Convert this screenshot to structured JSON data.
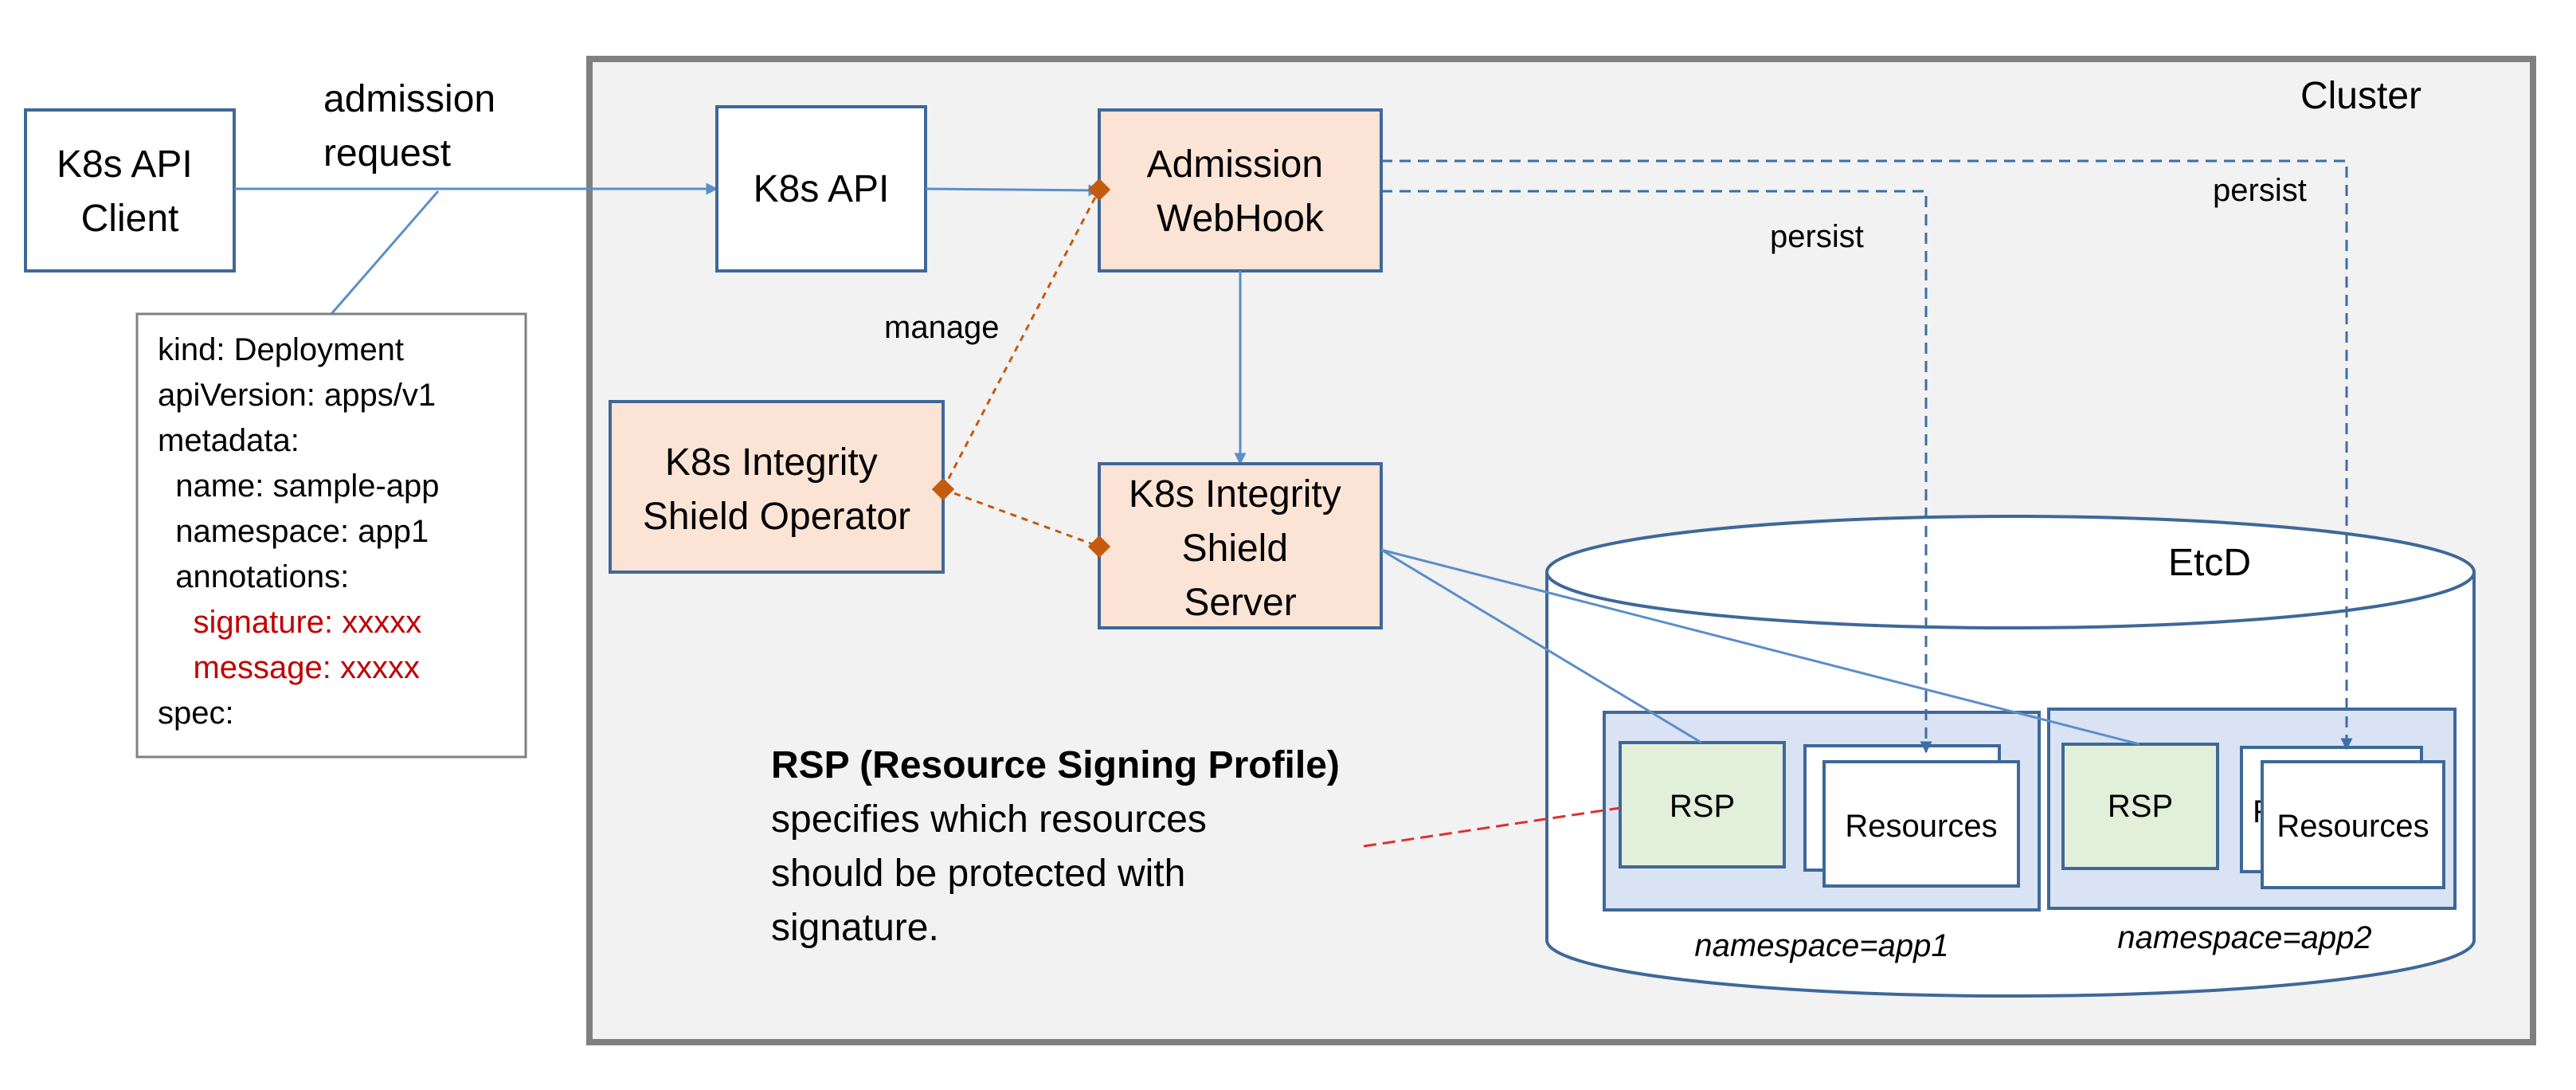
{
  "cluster": {
    "label": "Cluster"
  },
  "client": {
    "line1": "K8s API",
    "line2": "Client"
  },
  "admission_request": {
    "line1": "admission",
    "line2": "request"
  },
  "manifest": {
    "lines": [
      "kind: Deployment",
      "apiVersion: apps/v1",
      "metadata:",
      "  name: sample-app",
      "  namespace: app1",
      "  annotations:",
      "    signature: xxxxx",
      "    message: xxxxx",
      "spec:"
    ]
  },
  "k8s_api": {
    "label": "K8s API"
  },
  "webhook": {
    "line1": "Admission",
    "line2": "WebHook"
  },
  "operator": {
    "line1": "K8s Integrity",
    "line2": "Shield Operator"
  },
  "server": {
    "line1": "K8s Integrity",
    "line2": "Shield",
    "line3": "Server"
  },
  "labels": {
    "manage": "manage",
    "persist1": "persist",
    "persist2": "persist"
  },
  "etcd": {
    "label": "EtcD",
    "namespaces": [
      {
        "rsp": "RSP",
        "resources": "Resources",
        "label": "namespace=app1"
      },
      {
        "rsp": "RSP",
        "resources": "Resources",
        "label": "namespace=app2",
        "peek": "R"
      }
    ]
  },
  "rsp_note": {
    "title": "RSP (Resource Signing Profile)",
    "line1": "specifies which resources",
    "line2": "should be protected with",
    "line3": "signature."
  },
  "colors": {
    "cluster_bg": "#f2f2f2",
    "cluster_border": "#808080",
    "box_border": "#3e6899",
    "orange_fill": "#fbe4d5",
    "green_fill": "#e2efda",
    "namespace_fill": "#dae3f3",
    "arrow_blue": "#5b8ec9",
    "dashed_blue": "#3b6ea5",
    "orange_line": "#c55a11",
    "red_line": "#e03030",
    "red_text": "#c00000"
  }
}
